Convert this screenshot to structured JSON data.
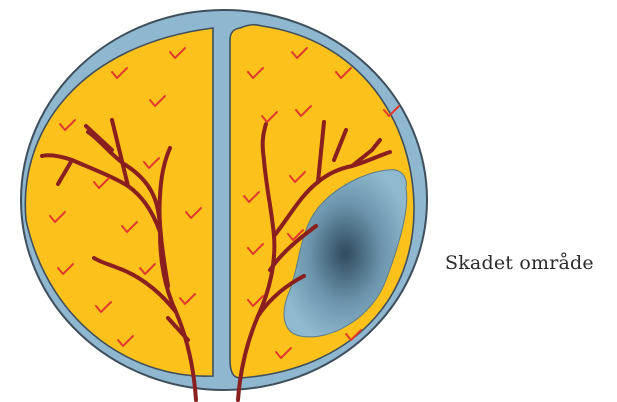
{
  "diagram": {
    "label_text": "Skadet område",
    "colors": {
      "membrane": "#8fb7d0",
      "membrane_outline": "#3f4f5c",
      "tissue": "#fcc21b",
      "vessel": "#8a1f1f",
      "checkmark": "#e23a2c",
      "damage_light": "#8fb9cf",
      "damage_dark": "#2f4a5c"
    },
    "icons": {
      "damage_marker": "damaged-area-blob",
      "tissue_marks": "red-check-marks"
    }
  }
}
